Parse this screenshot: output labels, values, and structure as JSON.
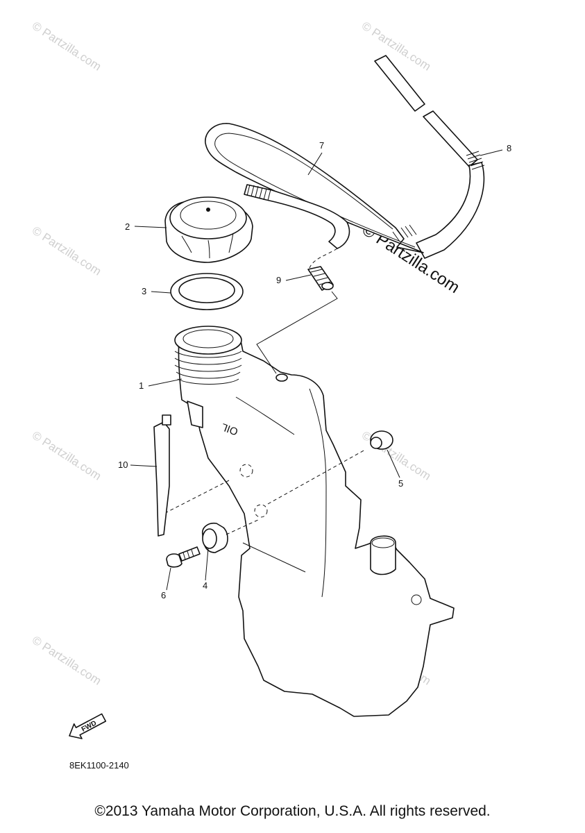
{
  "diagram": {
    "callouts": [
      "1",
      "2",
      "3",
      "4",
      "5",
      "6",
      "7",
      "8",
      "9",
      "10"
    ],
    "tank_label": "OIL",
    "fwd_label": "FWD",
    "diagram_code": "8EK1100-2140",
    "watermark": "© Partzilla.com",
    "watermark_center": "© Partzilla.com"
  },
  "footer": {
    "copyright": "©2013 Yamaha Motor Corporation, U.S.A. All rights reserved."
  }
}
